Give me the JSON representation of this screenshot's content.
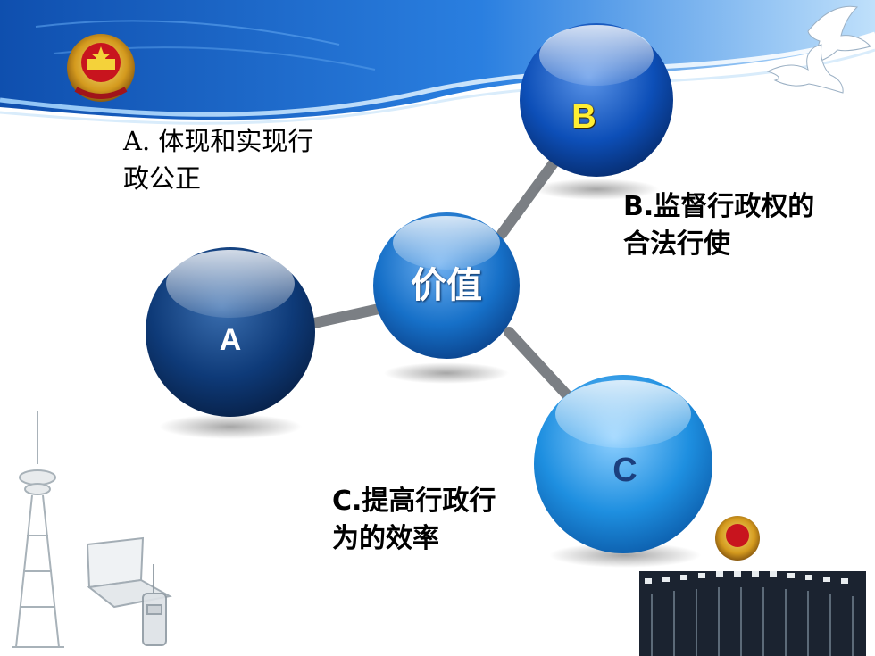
{
  "diagram": {
    "hub_label": "价值",
    "nodes": [
      {
        "id": "A",
        "label": "A",
        "caption_line1": "A. 体现和实现行",
        "caption_line2": "政公正"
      },
      {
        "id": "B",
        "label": "B",
        "caption_line1": "B.监督行政权的",
        "caption_line2": "合法行使"
      },
      {
        "id": "C",
        "label": "C",
        "caption_line1": "C.提高行政行",
        "caption_line2": "为的效率"
      }
    ]
  },
  "colors": {
    "header_blue": "#1a63c4",
    "ball_A": "#0e3a78",
    "ball_B": "#0d4fb8",
    "ball_C": "#1e8fe0",
    "hub": "#1670c8",
    "label_B": "#ffee33",
    "label_C": "#1b3f7e"
  },
  "decorations": [
    "police-emblem-icon",
    "dove-icon",
    "tv-tower-icon",
    "laptop-icon",
    "radio-icon",
    "police-formation-image"
  ]
}
